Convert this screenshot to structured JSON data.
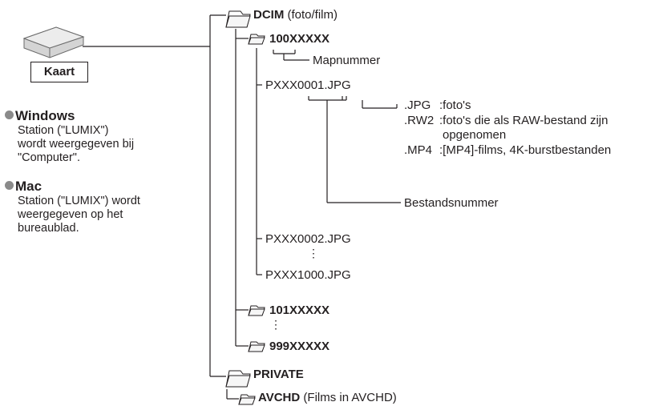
{
  "card": {
    "label": "Kaart"
  },
  "windows": {
    "heading": "Windows",
    "text_lines": [
      "Station (\"LUMIX\")",
      "wordt weergegeven bij",
      "\"Computer\"."
    ]
  },
  "mac": {
    "heading": "Mac",
    "text_lines": [
      "Station (\"LUMIX\") wordt",
      "weergegeven op het",
      "bureaublad."
    ]
  },
  "tree": {
    "dcim": {
      "name": "DCIM",
      "note": "(foto/film)"
    },
    "folder_100": "100XXXXX",
    "folder_number_label": "Mapnummer",
    "file_1": "PXXX0001.JPG",
    "extensions": [
      {
        "ext": ".JPG",
        "desc": ":foto's"
      },
      {
        "ext": ".RW2",
        "desc": ":foto's die als RAW-bestand zijn"
      },
      {
        "ext": "",
        "desc": "opgenomen"
      },
      {
        "ext": ".MP4",
        "desc": ":[MP4]-films, 4K-burstbestanden"
      }
    ],
    "file_number_label": "Bestandsnummer",
    "file_2": "PXXX0002.JPG",
    "file_3": "PXXX1000.JPG",
    "folder_101": "101XXXXX",
    "folder_999": "999XXXXX",
    "private": "PRIVATE",
    "avchd": {
      "name": "AVCHD",
      "note": "(Films in AVCHD)"
    },
    "ellipsis": "⋮"
  }
}
